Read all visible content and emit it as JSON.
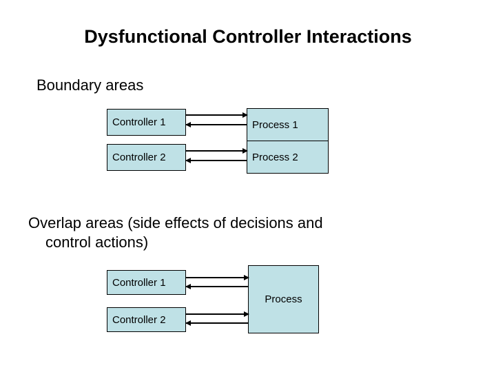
{
  "slide": {
    "title": "Dysfunctional Controller Interactions",
    "background_color": "#ffffff",
    "text_color": "#000000"
  },
  "theme": {
    "box_fill": "#bfe1e6",
    "box_border": "#000000",
    "arrow_color": "#000000"
  },
  "sections": {
    "boundary": {
      "label": "Boundary areas",
      "diagram": {
        "controllers": [
          {
            "label": "Controller 1"
          },
          {
            "label": "Controller 2"
          }
        ],
        "processes": [
          {
            "label": "Process 1"
          },
          {
            "label": "Process 2"
          }
        ],
        "arrows": [
          {
            "from": "Controller 1",
            "to": "Process 1",
            "direction": "right"
          },
          {
            "from": "Process 1",
            "to": "Controller 1",
            "direction": "left"
          },
          {
            "from": "Controller 2",
            "to": "Process 2",
            "direction": "right"
          },
          {
            "from": "Process 2",
            "to": "Controller 2",
            "direction": "left"
          }
        ]
      }
    },
    "overlap": {
      "label_line1": "Overlap areas (side effects of decisions and",
      "label_line2": "control actions)",
      "diagram": {
        "controllers": [
          {
            "label": "Controller 1"
          },
          {
            "label": "Controller 2"
          }
        ],
        "processes": [
          {
            "label": "Process"
          }
        ],
        "arrows": [
          {
            "from": "Controller 1",
            "to": "Process",
            "direction": "right"
          },
          {
            "from": "Process",
            "to": "Controller 1",
            "direction": "left"
          },
          {
            "from": "Controller 2",
            "to": "Process",
            "direction": "right"
          },
          {
            "from": "Process",
            "to": "Controller 2",
            "direction": "left"
          }
        ]
      }
    }
  }
}
